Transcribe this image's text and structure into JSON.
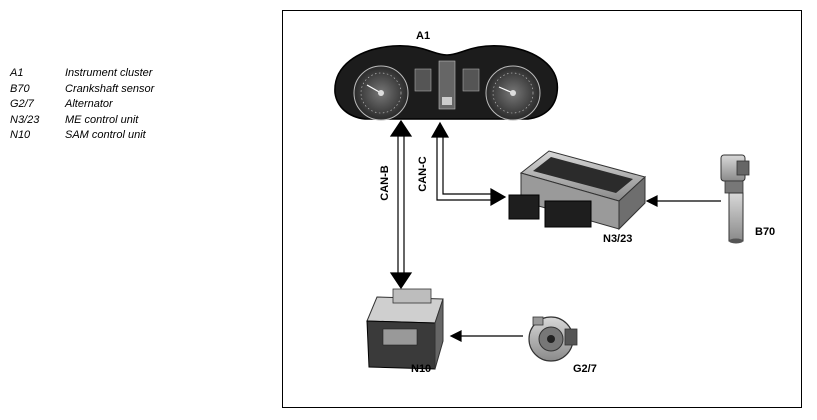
{
  "legend": [
    {
      "code": "A1",
      "desc": "Instrument cluster"
    },
    {
      "code": "B70",
      "desc": "Crankshaft sensor"
    },
    {
      "code": "G2/7",
      "desc": "Alternator"
    },
    {
      "code": "N3/23",
      "desc": "ME control unit"
    },
    {
      "code": "N10",
      "desc": "SAM control unit"
    }
  ],
  "diagram": {
    "labels": {
      "a1": "A1",
      "n3_23": "N3/23",
      "b70": "B70",
      "n10": "N10",
      "g2_7": "G2/7",
      "can_b": "CAN-B",
      "can_c": "CAN-C"
    }
  }
}
